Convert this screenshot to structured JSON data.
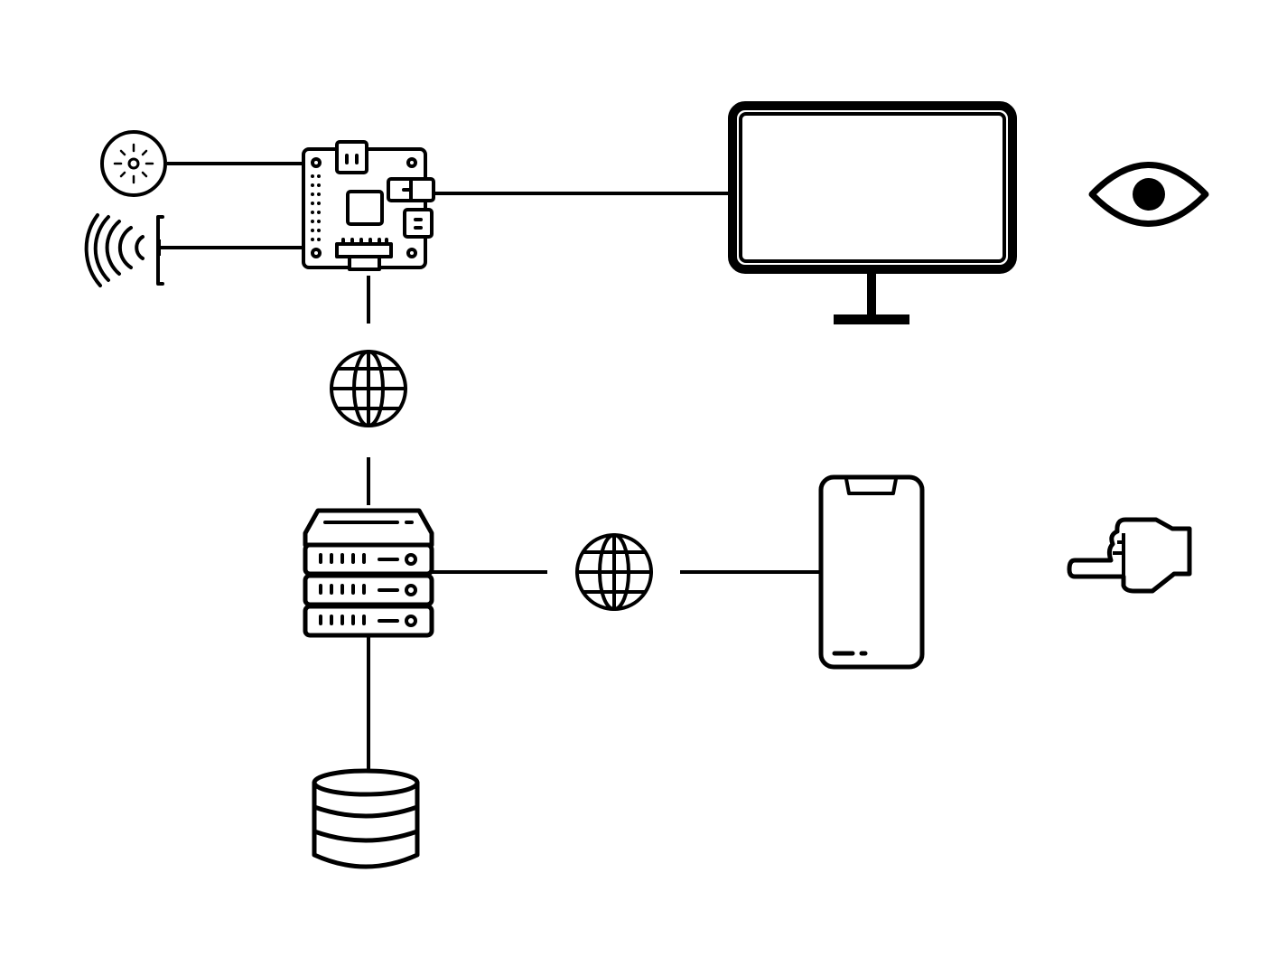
{
  "diagram": {
    "nodes": [
      {
        "id": "light-sensor",
        "icon": "light-sensor-icon"
      },
      {
        "id": "sound-sensor",
        "icon": "sound-sensor-icon"
      },
      {
        "id": "microcontroller-board",
        "icon": "circuit-board-icon"
      },
      {
        "id": "monitor",
        "icon": "monitor-icon"
      },
      {
        "id": "eye",
        "icon": "eye-icon"
      },
      {
        "id": "internet-1",
        "icon": "globe-icon"
      },
      {
        "id": "server",
        "icon": "server-rack-icon"
      },
      {
        "id": "internet-2",
        "icon": "globe-icon"
      },
      {
        "id": "smartphone",
        "icon": "smartphone-icon"
      },
      {
        "id": "hand",
        "icon": "pointing-hand-icon"
      },
      {
        "id": "database",
        "icon": "database-icon"
      }
    ],
    "edges": [
      [
        "light-sensor",
        "microcontroller-board"
      ],
      [
        "sound-sensor",
        "microcontroller-board"
      ],
      [
        "microcontroller-board",
        "monitor"
      ],
      [
        "microcontroller-board",
        "internet-1"
      ],
      [
        "internet-1",
        "server"
      ],
      [
        "server",
        "internet-2"
      ],
      [
        "internet-2",
        "smartphone"
      ],
      [
        "server",
        "database"
      ]
    ],
    "colors": {
      "stroke": "#000000",
      "background": "#ffffff"
    }
  }
}
